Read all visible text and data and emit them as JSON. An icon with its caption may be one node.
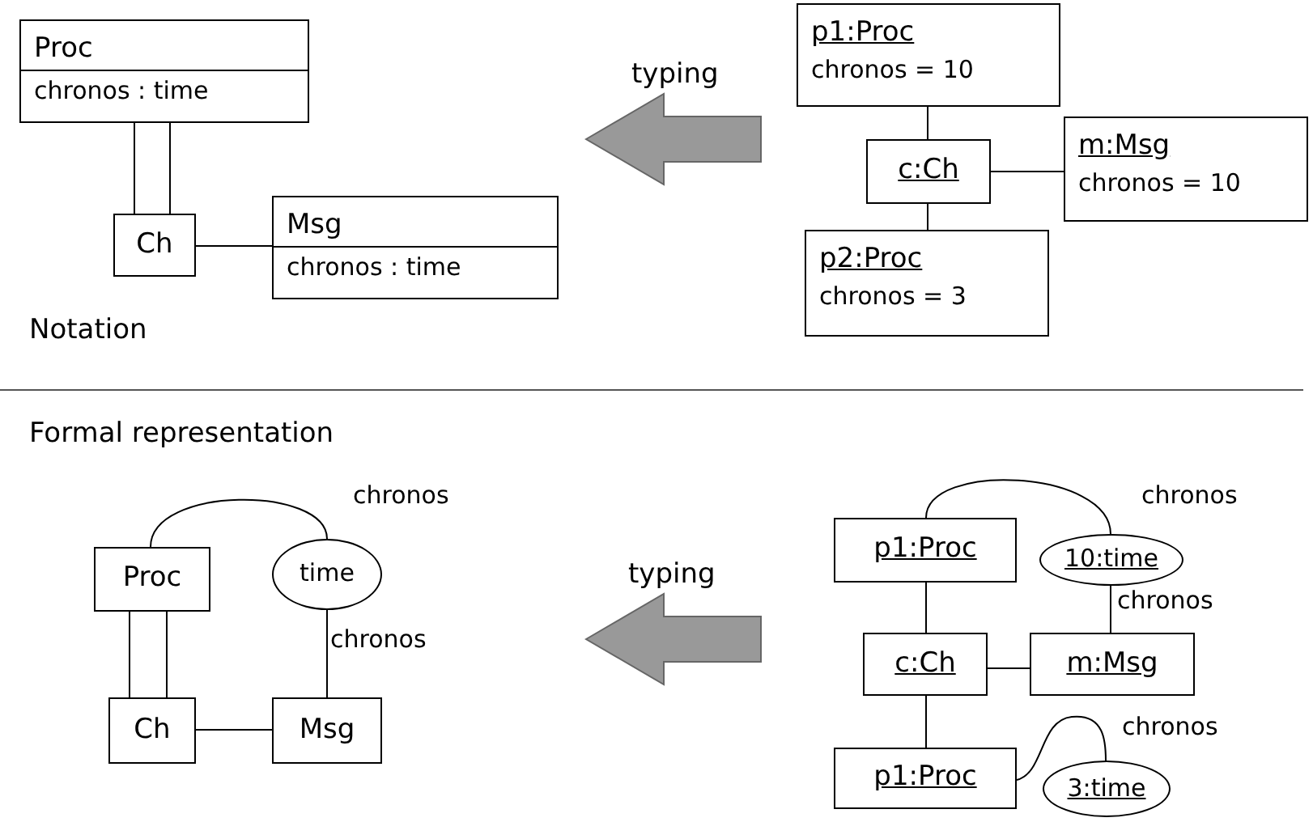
{
  "diagram": {
    "nodes": [
      {
        "text": [
          "Proc",
          "chronos : time"
        ]
      },
      {
        "text": [
          "Ch"
        ]
      },
      {
        "text": [
          "Msg",
          "chronos : time"
        ]
      },
      {
        "text": [
          "p1:Proc",
          "chronos = 10"
        ]
      },
      {
        "text": [
          "c:Ch"
        ]
      },
      {
        "text": [
          "m:Msg",
          "chronos = 10"
        ]
      },
      {
        "text": [
          "p2:Proc",
          "chronos = 3"
        ]
      },
      {
        "text": [
          "Proc"
        ]
      },
      {
        "text": [
          "time"
        ]
      },
      {
        "text": [
          "Ch"
        ]
      },
      {
        "text": [
          "Msg"
        ]
      },
      {
        "text": [
          "p1:Proc"
        ]
      },
      {
        "text": [
          "10:time"
        ]
      },
      {
        "text": [
          "c:Ch"
        ]
      },
      {
        "text": [
          "m:Msg"
        ]
      },
      {
        "text": [
          "p1:Proc"
        ]
      },
      {
        "text": [
          "3:time"
        ]
      }
    ],
    "edges": [
      {
        "from": 0,
        "to": 1,
        "arrow": "none"
      },
      {
        "from": 0,
        "to": 1,
        "arrow": "none"
      },
      {
        "from": 1,
        "to": 2,
        "arrow": "none"
      },
      {
        "from": 3,
        "to": 4,
        "arrow": "none"
      },
      {
        "from": 4,
        "to": 5,
        "arrow": "none"
      },
      {
        "from": 4,
        "to": 6,
        "arrow": "none"
      },
      {
        "from": 7,
        "to": 8,
        "arrow": "none",
        "label": "chronos"
      },
      {
        "from": 8,
        "to": 10,
        "arrow": "none",
        "label": "chronos"
      },
      {
        "from": 7,
        "to": 9,
        "arrow": "none"
      },
      {
        "from": 7,
        "to": 9,
        "arrow": "none"
      },
      {
        "from": 9,
        "to": 10,
        "arrow": "none"
      },
      {
        "from": 11,
        "to": 12,
        "arrow": "none",
        "label": "chronos"
      },
      {
        "from": 12,
        "to": 14,
        "arrow": "none",
        "label": "chronos"
      },
      {
        "from": 11,
        "to": 13,
        "arrow": "none"
      },
      {
        "from": 13,
        "to": 14,
        "arrow": "none"
      },
      {
        "from": 13,
        "to": 15,
        "arrow": "none"
      },
      {
        "from": 15,
        "to": 16,
        "arrow": "none",
        "label": "chronos"
      }
    ],
    "labels": [
      "typing",
      "Notation",
      "Formal representation",
      "typing"
    ]
  }
}
